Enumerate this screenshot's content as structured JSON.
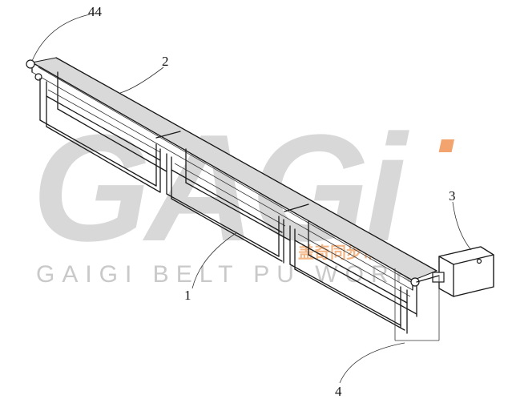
{
  "watermark": {
    "logo_text": "GAGi",
    "subtitle": "GAIGI BELT PU WORK",
    "cn_text": "盖奇同步带轮",
    "accent_color": "#f0a070",
    "logo_color": "#c8c8c8"
  },
  "callouts": [
    {
      "id": "44",
      "label": "44"
    },
    {
      "id": "2",
      "label": "2"
    },
    {
      "id": "3",
      "label": "3"
    },
    {
      "id": "1",
      "label": "1"
    },
    {
      "id": "4",
      "label": "4"
    }
  ]
}
